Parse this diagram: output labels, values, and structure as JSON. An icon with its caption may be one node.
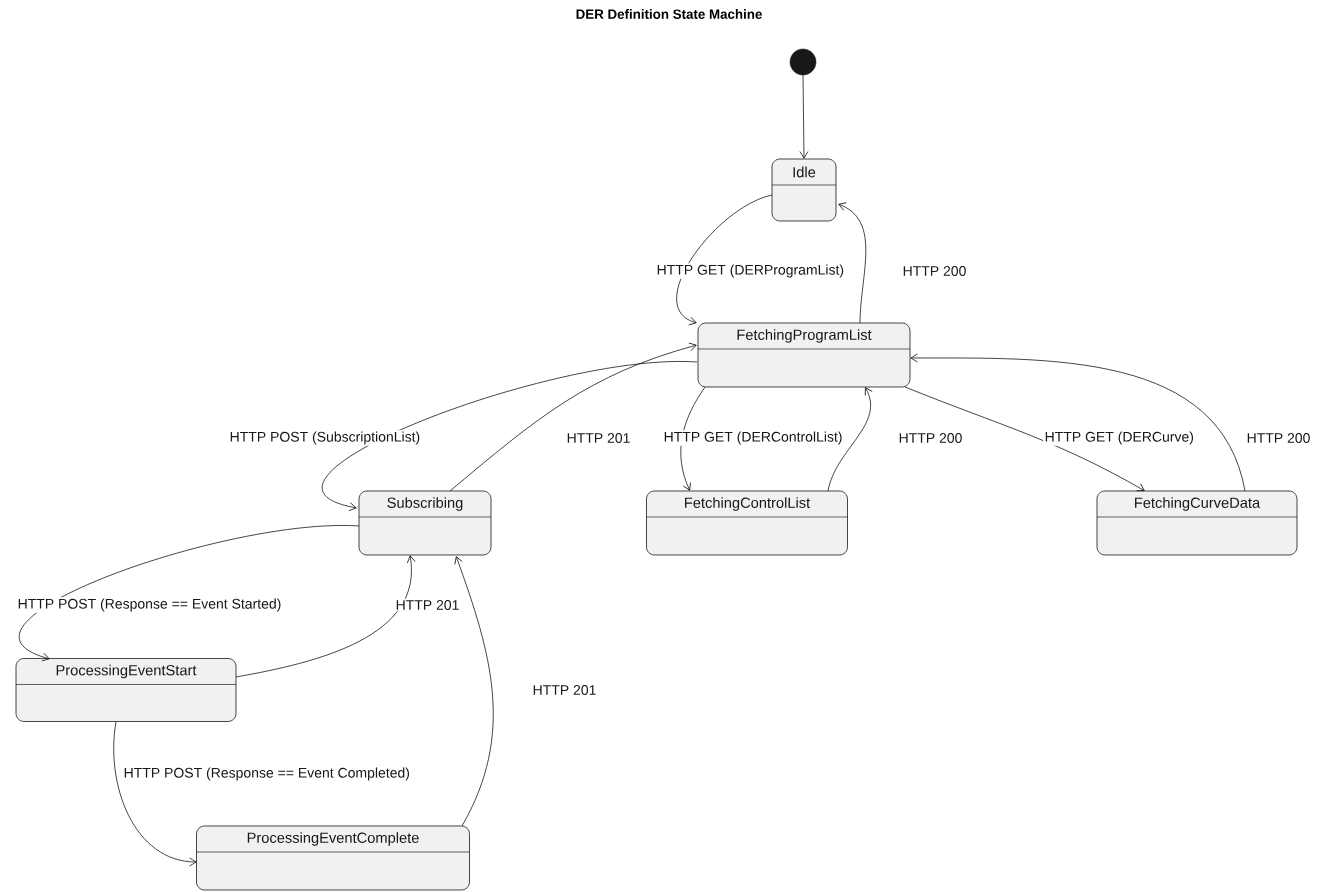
{
  "diagram": {
    "title": "DER Definition State Machine",
    "nodes": [
      {
        "text": [],
        "shape": "circle"
      },
      {
        "text": [
          "Idle"
        ]
      },
      {
        "text": [
          "FetchingProgramList"
        ]
      },
      {
        "text": [
          "Subscribing"
        ]
      },
      {
        "text": [
          "FetchingControlList"
        ]
      },
      {
        "text": [
          "FetchingCurveData"
        ]
      },
      {
        "text": [
          "ProcessingEventStart"
        ]
      },
      {
        "text": [
          "ProcessingEventComplete"
        ]
      }
    ],
    "edges": [
      {
        "from": 0,
        "to": 1,
        "arrow": "to"
      },
      {
        "from": 1,
        "to": 2,
        "arrow": "to",
        "label": "HTTP GET (DERProgramList)"
      },
      {
        "from": 2,
        "to": 1,
        "arrow": "to",
        "label": "HTTP 200"
      },
      {
        "from": 2,
        "to": 3,
        "arrow": "to",
        "label": "HTTP POST (SubscriptionList)"
      },
      {
        "from": 3,
        "to": 2,
        "arrow": "to",
        "label": "HTTP 201"
      },
      {
        "from": 2,
        "to": 4,
        "arrow": "to",
        "label": "HTTP GET (DERControlList)"
      },
      {
        "from": 4,
        "to": 2,
        "arrow": "to",
        "label": "HTTP 200"
      },
      {
        "from": 2,
        "to": 5,
        "arrow": "to",
        "label": "HTTP GET (DERCurve)"
      },
      {
        "from": 5,
        "to": 2,
        "arrow": "to",
        "label": "HTTP 200"
      },
      {
        "from": 3,
        "to": 6,
        "arrow": "to",
        "label": "HTTP POST (Response == Event Started)"
      },
      {
        "from": 6,
        "to": 3,
        "arrow": "to",
        "label": "HTTP 201"
      },
      {
        "from": 6,
        "to": 7,
        "arrow": "to",
        "label": "HTTP POST (Response == Event Completed)"
      },
      {
        "from": 7,
        "to": 3,
        "arrow": "to",
        "label": "HTTP 201"
      }
    ]
  }
}
